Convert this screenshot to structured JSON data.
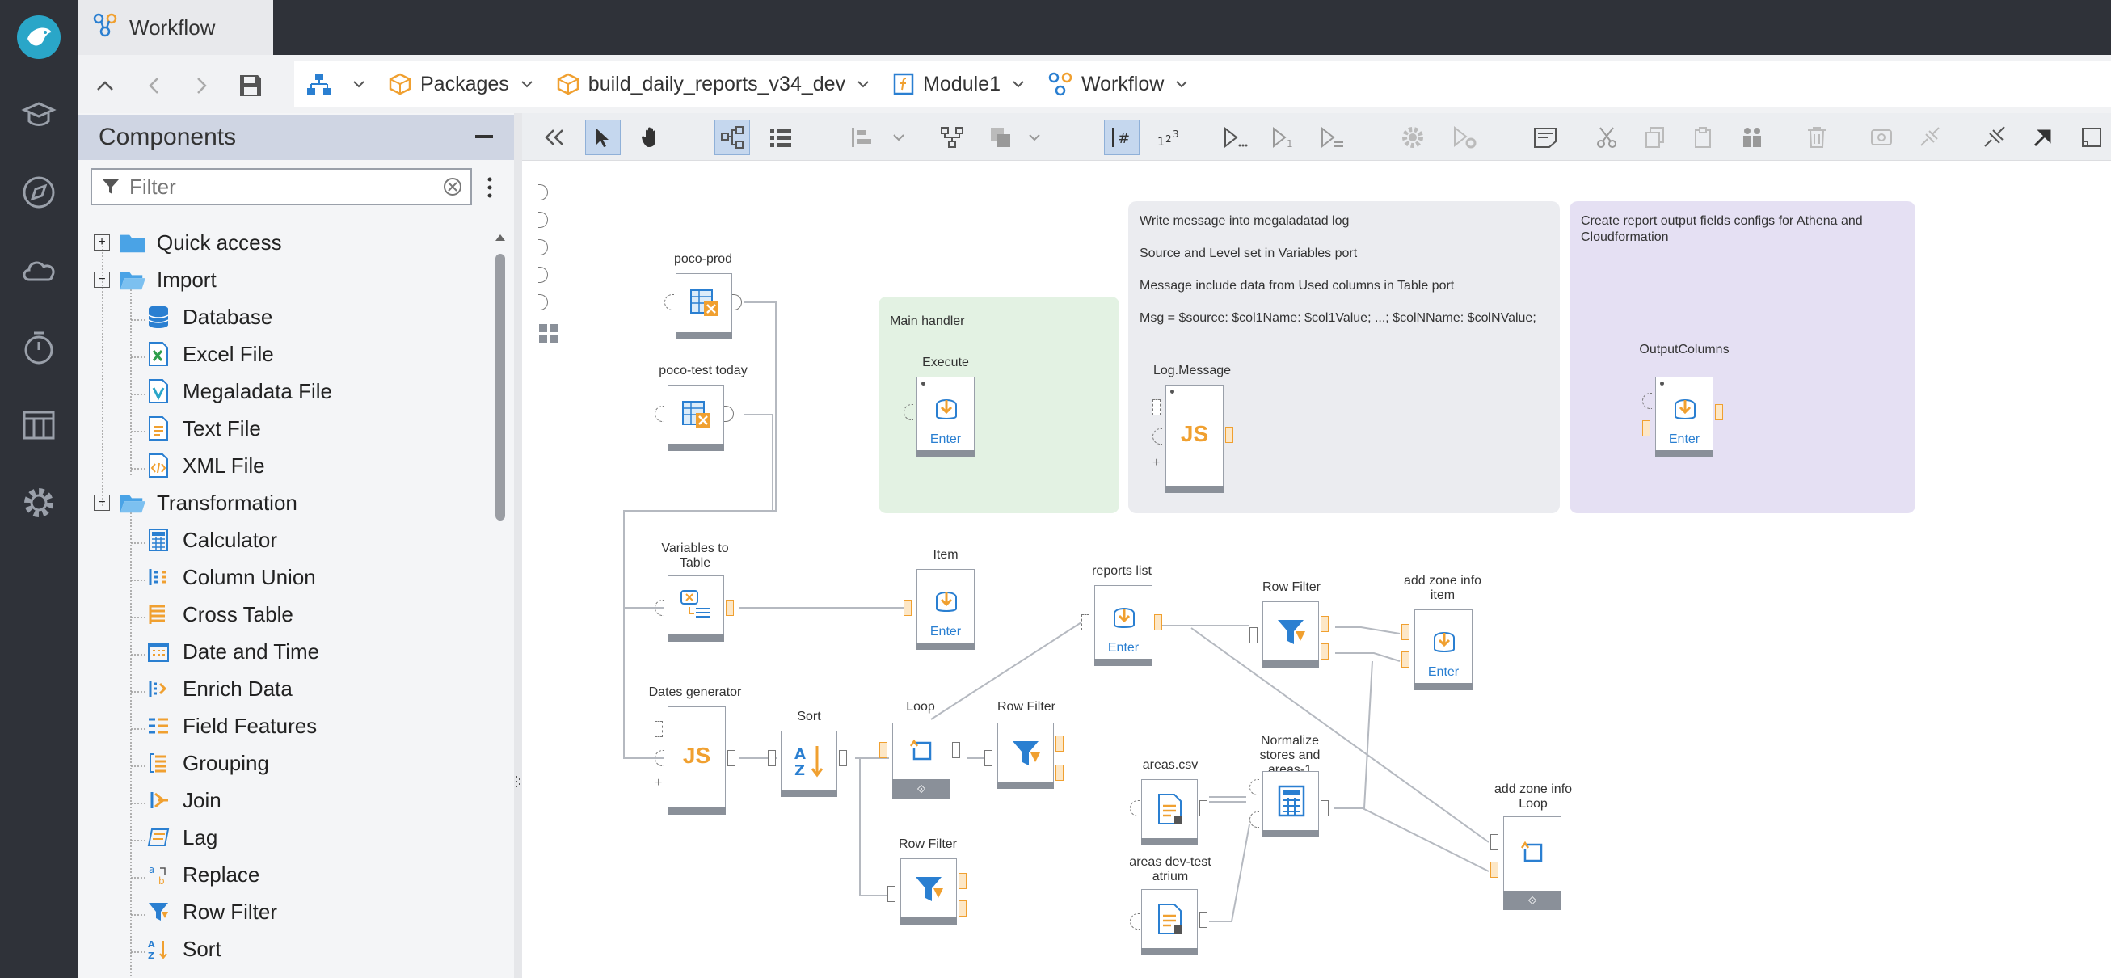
{
  "tab": {
    "title": "Workflow"
  },
  "breadcrumb": {
    "items": [
      "Packages",
      "build_daily_reports_v34_dev",
      "Module1",
      "Workflow"
    ]
  },
  "components": {
    "title": "Components",
    "filter_placeholder": "Filter",
    "tree": [
      {
        "label": "Quick access",
        "type": "folder"
      },
      {
        "label": "Import",
        "type": "folder"
      },
      {
        "label": "Database",
        "type": "leaf"
      },
      {
        "label": "Excel File",
        "type": "leaf"
      },
      {
        "label": "Megaladata File",
        "type": "leaf"
      },
      {
        "label": "Text File",
        "type": "leaf"
      },
      {
        "label": "XML File",
        "type": "leaf"
      },
      {
        "label": "Transformation",
        "type": "folder"
      },
      {
        "label": "Calculator",
        "type": "leaf"
      },
      {
        "label": "Column Union",
        "type": "leaf"
      },
      {
        "label": "Cross Table",
        "type": "leaf"
      },
      {
        "label": "Date and Time",
        "type": "leaf"
      },
      {
        "label": "Enrich Data",
        "type": "leaf"
      },
      {
        "label": "Field Features",
        "type": "leaf"
      },
      {
        "label": "Grouping",
        "type": "leaf"
      },
      {
        "label": "Join",
        "type": "leaf"
      },
      {
        "label": "Lag",
        "type": "leaf"
      },
      {
        "label": "Replace",
        "type": "leaf"
      },
      {
        "label": "Row Filter",
        "type": "leaf"
      },
      {
        "label": "Sort",
        "type": "leaf"
      }
    ]
  },
  "notes": {
    "main_handler": "Main handler",
    "log_lines": [
      "Write message into megaladatad log",
      "Source and Level set in Variables port",
      "Message include data from Used columns in Table port",
      "Msg = $source: $col1Name: $col1Value; ...; $colNName: $colNValue;"
    ],
    "report_lines": [
      "Create report output fields configs for Athena and",
      "Cloudformation"
    ]
  },
  "nodes": {
    "poco_prod": "poco-prod",
    "poco_test": "poco-test today",
    "execute": "Execute",
    "log_message": "Log.Message",
    "output_columns": "OutputColumns",
    "vars_to_table": "Variables to Table",
    "item": "Item",
    "reports_list": "reports list",
    "row_filter_1": "Row Filter",
    "add_zone_item": "add zone info item",
    "dates_gen": "Dates generator",
    "sort": "Sort",
    "loop": "Loop",
    "row_filter_2": "Row Filter",
    "normalize": "Normalize stores and areas-1",
    "areas_csv": "areas.csv",
    "areas_dev": "areas dev-test atrium",
    "row_filter_3": "Row Filter",
    "add_zone_loop": "add zone info Loop",
    "enter_label": "Enter"
  },
  "colors": {
    "dark": "#2f3239",
    "accent": "#f0a030",
    "blue": "#2a7fd1"
  }
}
